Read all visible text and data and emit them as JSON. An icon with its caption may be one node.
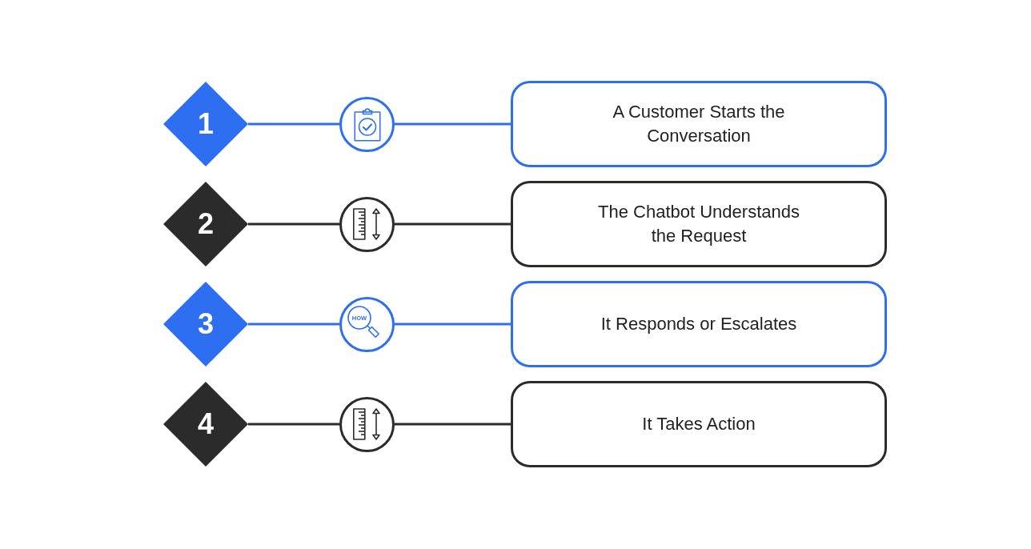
{
  "diagram": {
    "nodes": [
      {
        "text": [
          "1"
        ]
      },
      {
        "text": [],
        "shape": "circle"
      },
      {
        "text": [
          "A Customer Starts the Conversation"
        ]
      },
      {
        "text": [
          "2"
        ]
      },
      {
        "text": [],
        "shape": "circle"
      },
      {
        "text": [
          "The Chatbot Understands the Request"
        ]
      },
      {
        "text": [
          "3"
        ]
      },
      {
        "text": [
          "HOW"
        ]
      },
      {
        "text": [
          "It Responds or Escalates"
        ]
      },
      {
        "text": [
          "4"
        ]
      },
      {
        "text": [],
        "shape": "circle"
      },
      {
        "text": [
          "It Takes Action"
        ]
      }
    ],
    "edges": [
      {
        "from": 0,
        "to": 1,
        "arrow": "none",
        "color": "#2d6ff0"
      },
      {
        "from": 1,
        "to": 2,
        "arrow": "none",
        "color": "#2d6ff0"
      },
      {
        "from": 3,
        "to": 4,
        "arrow": "none",
        "color": "#2b2b2b"
      },
      {
        "from": 4,
        "to": 5,
        "arrow": "none",
        "color": "#2b2b2b"
      },
      {
        "from": 6,
        "to": 7,
        "arrow": "none",
        "color": "#2d6ff0"
      },
      {
        "from": 7,
        "to": 8,
        "arrow": "none",
        "color": "#2d6ff0"
      },
      {
        "from": 9,
        "to": 10,
        "arrow": "none",
        "color": "#2b2b2b"
      },
      {
        "from": 10,
        "to": 11,
        "arrow": "none",
        "color": "#2b2b2b"
      }
    ]
  }
}
